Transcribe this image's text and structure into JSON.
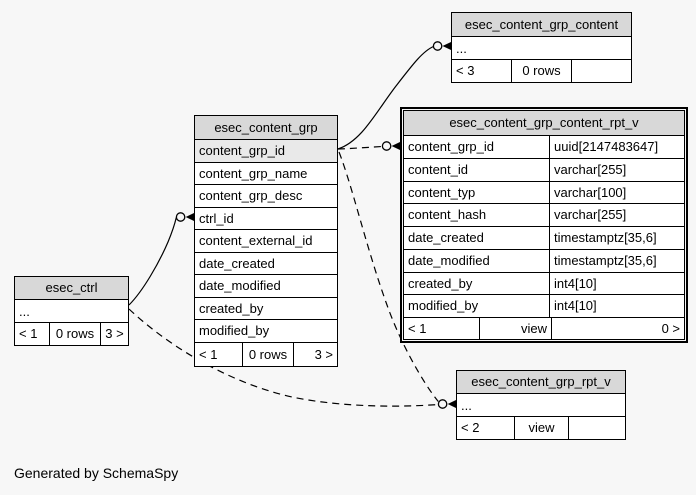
{
  "diagram": {
    "note": "Generated by SchemaSpy",
    "colors": {
      "background": "#f7f7f7",
      "table_header_fill": "#d8d8d8",
      "primary_key_fill": "#e9e9e9",
      "table_fill": "#ffffff",
      "line": "#000000"
    }
  },
  "tables": [
    {
      "name": "esec_content_grp_content",
      "kind": "table",
      "columns": [
        {
          "name": "..."
        }
      ],
      "footer": {
        "left": "< 3",
        "center": "0 rows",
        "right": ""
      }
    },
    {
      "name": "esec_content_grp",
      "kind": "table",
      "columns": [
        {
          "name": "content_grp_id",
          "pk": true
        },
        {
          "name": "content_grp_name"
        },
        {
          "name": "content_grp_desc"
        },
        {
          "name": "ctrl_id"
        },
        {
          "name": "content_external_id"
        },
        {
          "name": "date_created"
        },
        {
          "name": "date_modified"
        },
        {
          "name": "created_by"
        },
        {
          "name": "modified_by"
        }
      ],
      "footer": {
        "left": "< 1",
        "center": "0 rows",
        "right": "3 >"
      }
    },
    {
      "name": "esec_content_grp_content_rpt_v",
      "kind": "view",
      "columns": [
        {
          "name": "content_grp_id",
          "type": "uuid[2147483647]"
        },
        {
          "name": "content_id",
          "type": "varchar[255]"
        },
        {
          "name": "content_typ",
          "type": "varchar[100]"
        },
        {
          "name": "content_hash",
          "type": "varchar[255]"
        },
        {
          "name": "date_created",
          "type": "timestamptz[35,6]"
        },
        {
          "name": "date_modified",
          "type": "timestamptz[35,6]"
        },
        {
          "name": "created_by",
          "type": "int4[10]"
        },
        {
          "name": "modified_by",
          "type": "int4[10]"
        }
      ],
      "footer": {
        "left": "< 1",
        "center": "view",
        "right": "0 >"
      }
    },
    {
      "name": "esec_ctrl",
      "kind": "table",
      "columns": [
        {
          "name": "..."
        }
      ],
      "footer": {
        "left": "< 1",
        "center": "0 rows",
        "right": "3 >"
      }
    },
    {
      "name": "esec_content_grp_rpt_v",
      "kind": "view",
      "columns": [
        {
          "name": "..."
        }
      ],
      "footer": {
        "left": "< 2",
        "center": "view",
        "right": ""
      }
    }
  ],
  "edges": [
    {
      "from": "esec_content_grp.content_grp_id",
      "to": "esec_content_grp_content",
      "style": "solid"
    },
    {
      "from": "esec_ctrl",
      "to": "esec_content_grp.ctrl_id",
      "style": "solid"
    },
    {
      "from": "esec_content_grp.content_grp_id",
      "to": "esec_content_grp_content_rpt_v.content_grp_id",
      "style": "dashed"
    },
    {
      "from": "esec_content_grp.content_grp_id",
      "to": "esec_content_grp_rpt_v",
      "style": "dashed"
    },
    {
      "from": "esec_ctrl",
      "to": "esec_content_grp_rpt_v",
      "style": "dashed"
    }
  ]
}
